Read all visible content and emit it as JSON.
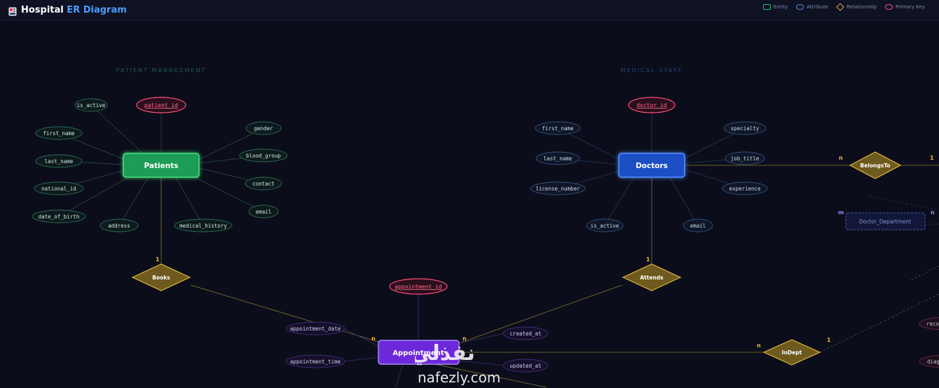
{
  "header": {
    "title_part1": "Hospital",
    "title_part2": "ER Diagram",
    "legend": [
      {
        "label": "Entity",
        "kind": "entity"
      },
      {
        "label": "Attribute",
        "kind": "attr"
      },
      {
        "label": "Relationship",
        "kind": "rel"
      },
      {
        "label": "Primary Key",
        "kind": "pk"
      }
    ]
  },
  "colors": {
    "patients": "#1f9d55",
    "doctors": "#2563eb",
    "appointment": "#7c3aed",
    "relationship": "#b08a2e",
    "primary_key": "#ff4d7a"
  },
  "sections": {
    "patient": "PATIENT MANAGEMENT",
    "medical": "MEDICAL STAFF"
  },
  "entities": {
    "patients": "Patients",
    "doctors": "Doctors",
    "appointment": "Appointment",
    "doctor_department": "Doctor_Department"
  },
  "relationships": {
    "books": "Books",
    "attends": "Attends",
    "belongs_to": "BelongsTo",
    "in_dept": "InDept"
  },
  "attributes": {
    "patient_id": "patient_id",
    "is_active_p": "is_active",
    "first_name_p": "first_name",
    "last_name_p": "last_name",
    "national_id": "national_id",
    "date_of_birth": "date_of_birth",
    "address": "address",
    "medical_history": "medical_history",
    "gender": "gender",
    "blood_group": "blood_group",
    "contact": "contact",
    "email_p": "email",
    "doctor_id": "doctor_id",
    "first_name_d": "first_name",
    "last_name_d": "last_name",
    "license_number": "license_number",
    "is_active_d": "is_active",
    "email_d": "email",
    "specialty": "specialty",
    "job_title": "job_title",
    "experience": "experience",
    "appointment_id": "appointment_id",
    "appointment_date": "appointment_date",
    "appointment_time": "appointment_time",
    "created_at": "created_at",
    "updated_at": "updated_at",
    "reco": "reco",
    "diag": "diag"
  },
  "cardinalities": {
    "books_patient": "1",
    "books_appt": "n",
    "attends_doctor": "1",
    "attends_appt": "n",
    "belongs_n": "n",
    "belongs_1": "1",
    "dd_m": "m",
    "dd_n": "n",
    "indept_n": "n",
    "indept_1": "1"
  },
  "watermark": {
    "arabic": "نفذلي",
    "latin": "nafezly.com"
  }
}
